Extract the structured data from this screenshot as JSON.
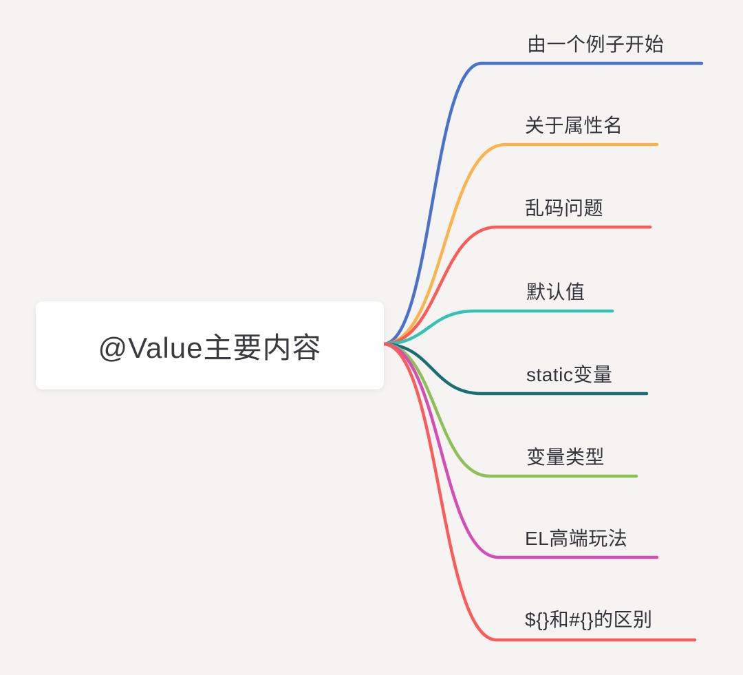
{
  "canvas": {
    "background_color": "#f5f4f2"
  },
  "root": {
    "label": "@Value主要内容",
    "background_color": "#ffffff",
    "text_color": "#3a3b40"
  },
  "branches": [
    {
      "id": "example-start",
      "label": "由一个例子开始",
      "color": "#4a72c8"
    },
    {
      "id": "property-name",
      "label": "关于属性名",
      "color": "#f9b44d"
    },
    {
      "id": "garbled-text-problem",
      "label": "乱码问题",
      "color": "#f95d59"
    },
    {
      "id": "default-value",
      "label": "默认值",
      "color": "#34c3b2"
    },
    {
      "id": "static-variable",
      "label": "static变量",
      "color": "#1b6f74"
    },
    {
      "id": "variable-type",
      "label": "变量类型",
      "color": "#8ec058"
    },
    {
      "id": "el-advanced-usage",
      "label": "EL高端玩法",
      "color": "#d14fb6"
    },
    {
      "id": "dollar-hash-difference",
      "label": "${}和#{}的区别",
      "color": "#f95d59"
    }
  ]
}
